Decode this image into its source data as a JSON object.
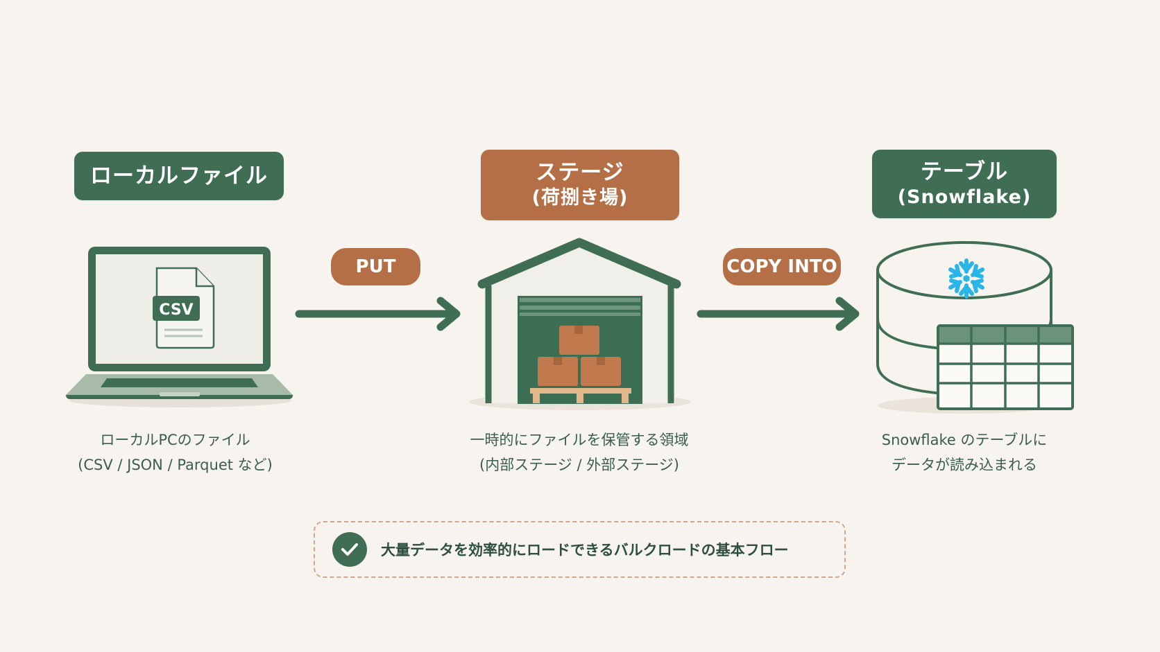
{
  "colors": {
    "green": "#3f6e55",
    "brown": "#b56f46",
    "background": "#f7f4f0",
    "snowflake_blue": "#29b5e8"
  },
  "steps": [
    {
      "title": "ローカルファイル",
      "subtitle": "",
      "icon": "laptop-csv-icon",
      "file_label": "CSV",
      "caption_line1": "ローカルPCのファイル",
      "caption_line2": "(CSV / JSON / Parquet など)"
    },
    {
      "title": "ステージ",
      "subtitle": "(荷捌き場)",
      "icon": "warehouse-icon",
      "caption_line1": "一時的にファイルを保管する領域",
      "caption_line2": "(内部ステージ / 外部ステージ)"
    },
    {
      "title": "テーブル",
      "subtitle": "(Snowflake)",
      "icon": "database-table-icon",
      "caption_line1": "Snowflake のテーブルに",
      "caption_line2": "データが読み込まれる"
    }
  ],
  "arrows": [
    {
      "label": "PUT"
    },
    {
      "label": "COPY INTO"
    }
  ],
  "note": {
    "icon": "check-circle-icon",
    "text": "大量データを効率的にロードできるバルクロードの基本フロー"
  }
}
